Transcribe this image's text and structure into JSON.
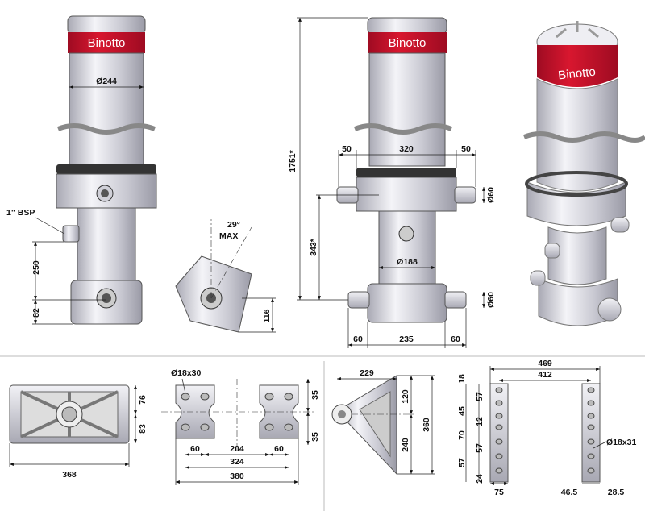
{
  "brand": {
    "name": "Binotto",
    "red": "#c8102e",
    "cap": "#e8e8ee"
  },
  "labels": {
    "d244": "Ø244",
    "bsp": "1\" BSP",
    "d250": "250",
    "d82": "82",
    "tilt_deg": "29°",
    "tilt_max": "MAX",
    "d116": "116",
    "d1751": "1751*",
    "d50a": "50",
    "d320": "320",
    "d50b": "50",
    "d60a": "Ø60",
    "d343": "343*",
    "d188": "Ø188",
    "d60b": "Ø60",
    "d60c": "60",
    "d235": "235",
    "d60d": "60",
    "d368": "368",
    "d76": "76",
    "d83": "83",
    "d18x30": "Ø18x30",
    "d35a": "35",
    "d35b": "35",
    "d60e": "60",
    "d204": "204",
    "d60f": "60",
    "d324": "324",
    "d380": "380",
    "d229": "229",
    "d120": "120",
    "d240": "240",
    "d360": "360",
    "d469": "469",
    "d412": "412",
    "d18": "18",
    "d57a": "57",
    "d45": "45",
    "d12": "12",
    "d70": "70",
    "d57b": "57",
    "d57c": "57",
    "d24": "24",
    "d75": "75",
    "d46_5": "46.5",
    "d28_5": "28.5",
    "d18x31": "Ø18x31"
  }
}
